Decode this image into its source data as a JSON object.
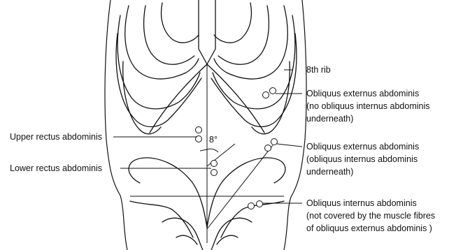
{
  "labels": {
    "rib": "8th rib",
    "obl_ext_no_int": [
      "Obliquus externus abdominis",
      "(no obliquus internus abdominis",
      "underneath)"
    ],
    "upper_rectus": "Upper rectus abdominis",
    "angle": "8°",
    "obl_ext_with_int": [
      "Obliquus externus abdominis",
      "(obliquus internus abdominis",
      "underneath)"
    ],
    "lower_rectus": "Lower rectus abdominis",
    "obl_int": [
      "Obliquus internus abdominis",
      "(not covered by the muscle fibres",
      "of obliquus externus abdominis )"
    ]
  }
}
